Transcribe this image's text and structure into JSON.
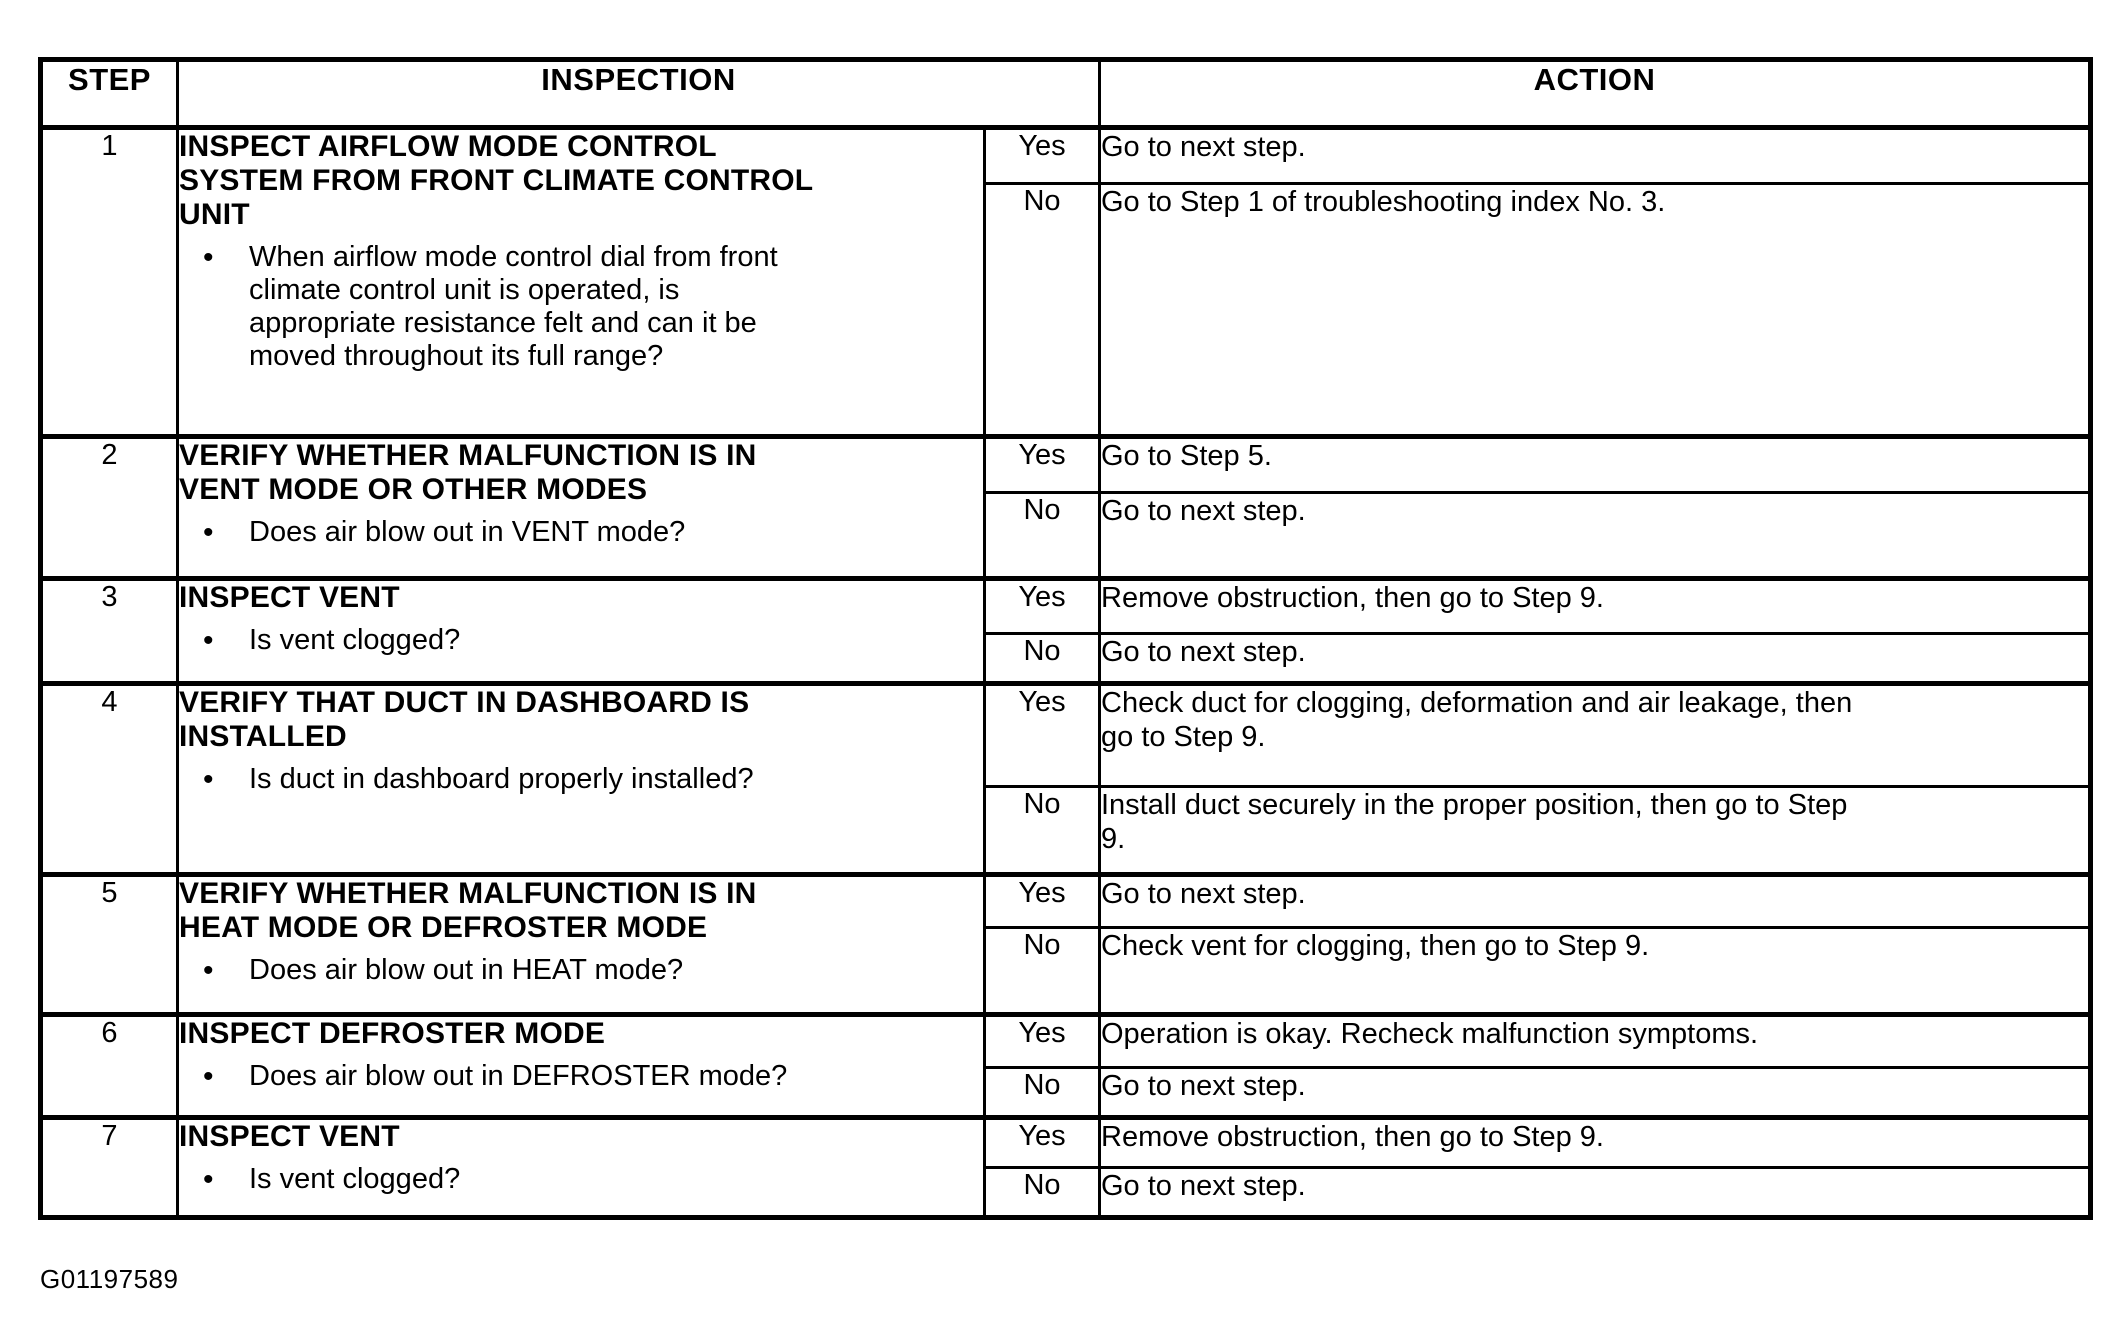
{
  "figure_id": "G01197589",
  "table": {
    "headers": {
      "step": "STEP",
      "inspection": "INSPECTION",
      "action": "ACTION"
    },
    "yes_label": "Yes",
    "no_label": "No",
    "bullet": "•",
    "steps": [
      {
        "step": "1",
        "title": "INSPECT AIRFLOW MODE CONTROL\nSYSTEM FROM FRONT CLIMATE CONTROL\nUNIT",
        "question": "When airflow mode control dial from front\nclimate control unit is operated, is\nappropriate resistance felt and can it be\nmoved throughout its full range?",
        "yes_action": "Go to next step.",
        "no_action": "Go to Step 1 of troubleshooting index No. 3."
      },
      {
        "step": "2",
        "title": "VERIFY WHETHER MALFUNCTION IS IN\nVENT MODE OR OTHER MODES",
        "question": "Does air blow out in VENT mode?",
        "yes_action": "Go to Step 5.",
        "no_action": "Go to next step."
      },
      {
        "step": "3",
        "title": "INSPECT VENT",
        "question": "Is vent clogged?",
        "yes_action": "Remove obstruction, then go to Step 9.",
        "no_action": "Go to next step."
      },
      {
        "step": "4",
        "title": "VERIFY THAT DUCT IN DASHBOARD IS\nINSTALLED",
        "question": "Is duct in dashboard properly installed?",
        "yes_action": "Check duct for clogging, deformation and air leakage, then\ngo to Step 9.",
        "no_action": "Install duct securely in the proper position, then go to Step\n9."
      },
      {
        "step": "5",
        "title": "VERIFY WHETHER MALFUNCTION IS IN\nHEAT MODE OR DEFROSTER MODE",
        "question": "Does air blow out in HEAT mode?",
        "yes_action": "Go to next step.",
        "no_action": "Check vent for clogging, then go to Step 9."
      },
      {
        "step": "6",
        "title": "INSPECT DEFROSTER MODE",
        "question": "Does air blow out in DEFROSTER mode?",
        "yes_action": "Operation is okay. Recheck malfunction symptoms.",
        "no_action": "Go to next step."
      },
      {
        "step": "7",
        "title": "INSPECT VENT",
        "question": "Is vent clogged?",
        "yes_action": "Remove obstruction, then go to Step 9.",
        "no_action": "Go to next step."
      }
    ]
  }
}
